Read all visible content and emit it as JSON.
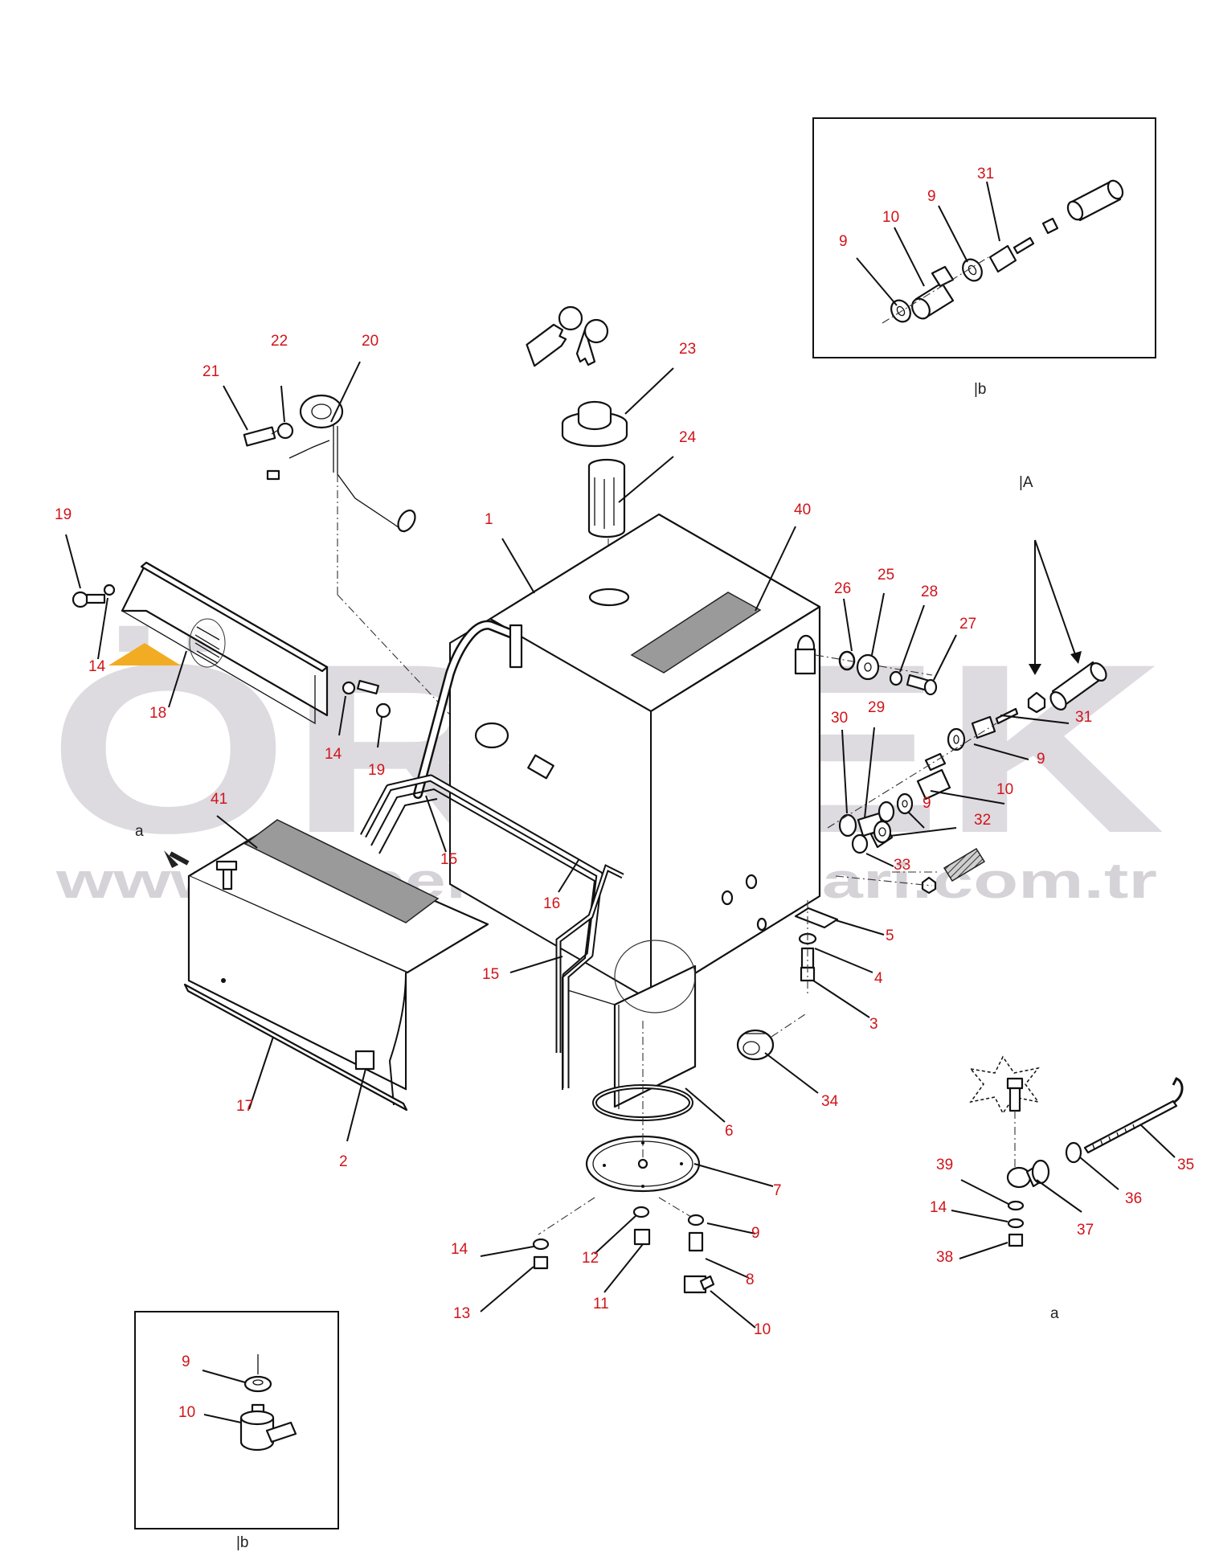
{
  "watermark": {
    "big_text": "ÖRNEK",
    "url_text": "www.orneekismakinalari.com.tr"
  },
  "views": {
    "inset_b_top": "|b",
    "inset_b_bottom": "|b",
    "view_a_arrow": "a",
    "view_a_detail": "a",
    "view_A": "|A"
  },
  "callouts": {
    "c1": "1",
    "c2": "2",
    "c3": "3",
    "c4": "4",
    "c5": "5",
    "c6": "6",
    "c7": "7",
    "c8": "8",
    "c9a": "9",
    "c9b": "9",
    "c9c": "9",
    "c9d": "9",
    "c9e": "9",
    "c9f": "9",
    "c10a": "10",
    "c10b": "10",
    "c10c": "10",
    "c10d": "10",
    "c11": "11",
    "c12": "12",
    "c13": "13",
    "c14a": "14",
    "c14b": "14",
    "c14c": "14",
    "c14d": "14",
    "c15a": "15",
    "c15b": "15",
    "c16": "16",
    "c17": "17",
    "c18": "18",
    "c19a": "19",
    "c19b": "19",
    "c20": "20",
    "c21": "21",
    "c22": "22",
    "c23": "23",
    "c24": "24",
    "c25": "25",
    "c26": "26",
    "c27": "27",
    "c28": "28",
    "c29": "29",
    "c30": "30",
    "c31a": "31",
    "c31b": "31",
    "c32": "32",
    "c33": "33",
    "c34": "34",
    "c35": "35",
    "c36": "36",
    "c37": "37",
    "c38": "38",
    "c39": "39",
    "c40": "40",
    "c41": "41"
  },
  "colors": {
    "callout": "#d0141a",
    "watermark_grey": "#d9d6dc",
    "watermark_orange": "#f2a818",
    "line": "#111111"
  }
}
